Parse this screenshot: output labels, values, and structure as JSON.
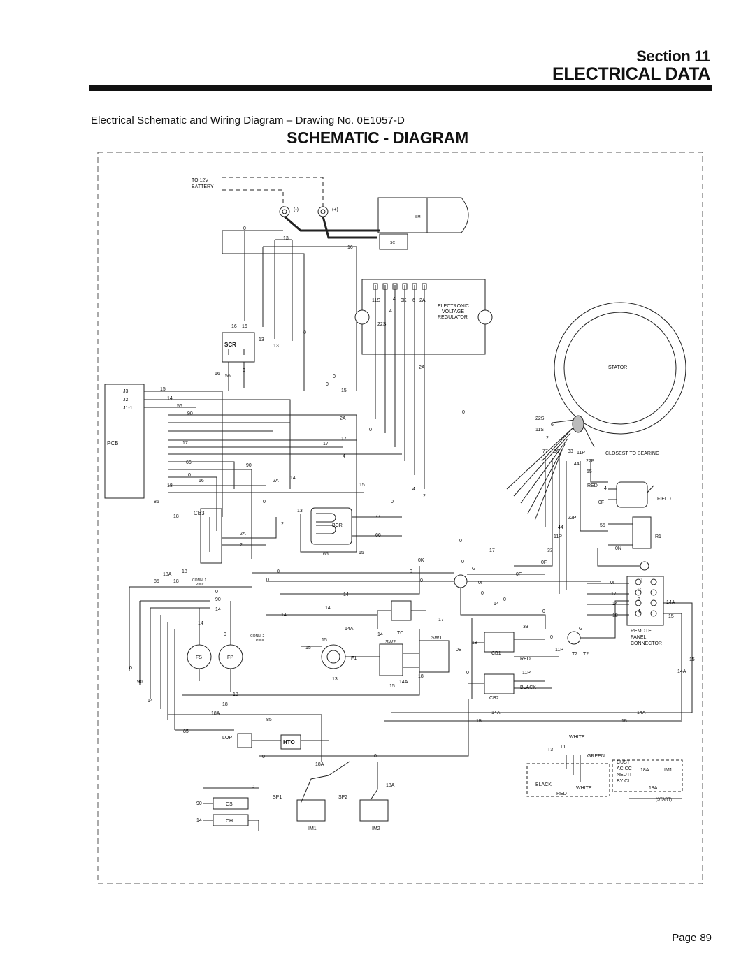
{
  "header": {
    "section": "Section 11",
    "section_title": "ELECTRICAL DATA"
  },
  "caption": "Electrical Schematic and Wiring Diagram – Drawing No. 0E1057-D",
  "diagram_title": "SCHEMATIC - DIAGRAM",
  "footer": {
    "page_label": "Page",
    "page_number": "89"
  },
  "labels": {
    "battery": "TO 12V",
    "battery2": "BATTERY",
    "neg": "(-)",
    "pos": "(+)",
    "sm": "SM",
    "sc": "SC",
    "evr1": "ELECTRONIC",
    "evr2": "VOLTAGE",
    "evr3": "REGULATOR",
    "stator": "STATOR",
    "closest": "CLOSEST TO BEARING",
    "field": "FIELD",
    "scr": "SCR",
    "pcb": "PCB",
    "cb3": "CB3",
    "bcr": "BCR",
    "cb1": "CB1",
    "cb2": "CB2",
    "sw1": "SW1",
    "sw2": "SW2",
    "tc": "TC",
    "f1": "F1",
    "fs": "FS",
    "fp": "FP",
    "lop": "LOP",
    "hto": "HTO",
    "cs": "CS",
    "ch": "CH",
    "sp1": "SP1",
    "sp2": "SP2",
    "im1": "IM1",
    "im2": "IM2",
    "gt": "GT",
    "r1": "R1",
    "remote1": "REMOTE",
    "remote2": "PANEL",
    "remote3": "CONNECTOR",
    "conn1": "CONN. 1",
    "conn1b": "PIN#",
    "conn2": "CONN. 2",
    "conn2b": "PIN#",
    "red": "RED",
    "black": "BLACK",
    "white": "WHITE",
    "green": "GREEN",
    "cust1": "CUST",
    "cust2": "AC CC",
    "cust3": "NEUTI",
    "cust4": "BY CL",
    "start": "(START)"
  },
  "wire_numbers": [
    "0",
    "13",
    "16",
    "15",
    "14",
    "56",
    "90",
    "2A",
    "17",
    "4",
    "66",
    "18",
    "85",
    "2",
    "77",
    "0K",
    "0F",
    "0I",
    "11S",
    "22S",
    "6",
    "11P",
    "22P",
    "44",
    "55",
    "33",
    "0N",
    "T1",
    "T2",
    "T3",
    "14A",
    "18A",
    "0B",
    "1",
    "3"
  ]
}
